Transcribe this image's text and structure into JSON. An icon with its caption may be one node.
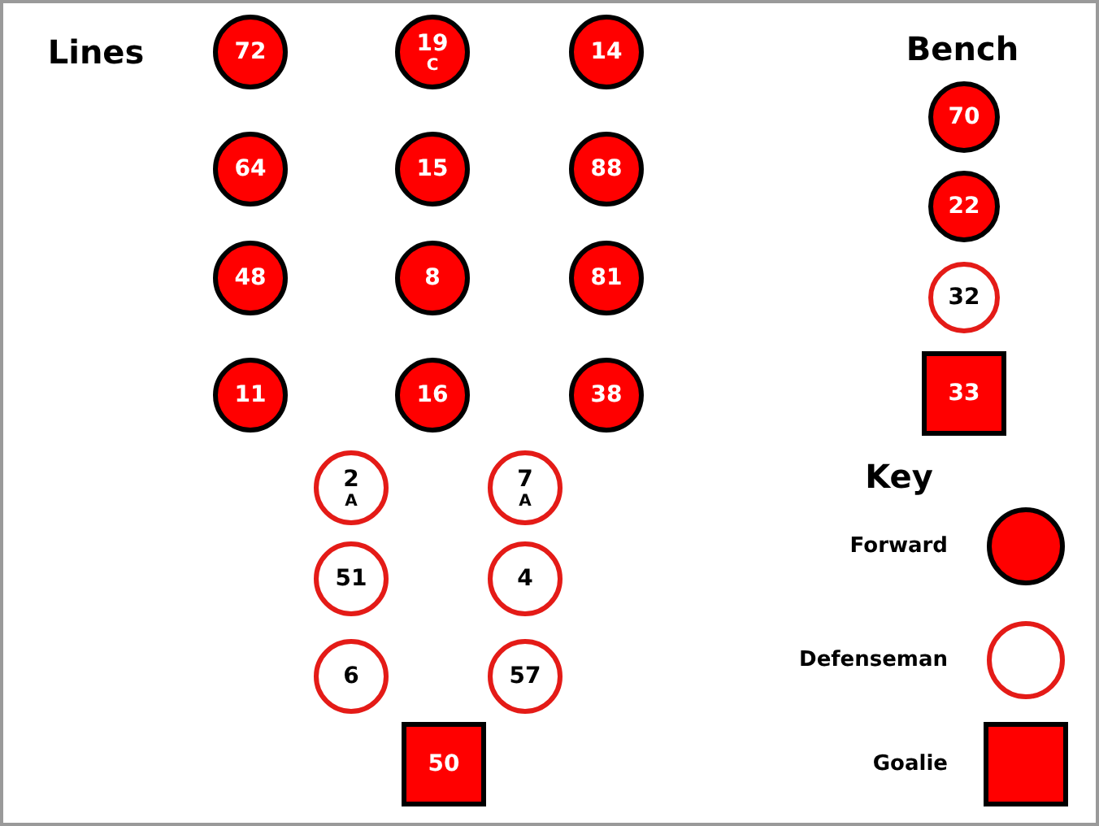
{
  "diagram": {
    "nodes": [
      {
        "text": [
          "72"
        ]
      },
      {
        "text": [
          "19",
          "C"
        ]
      },
      {
        "text": [
          "14"
        ]
      },
      {
        "text": [
          "64"
        ]
      },
      {
        "text": [
          "15"
        ]
      },
      {
        "text": [
          "88"
        ]
      },
      {
        "text": [
          "48"
        ]
      },
      {
        "text": [
          "8"
        ]
      },
      {
        "text": [
          "81"
        ]
      },
      {
        "text": [
          "11"
        ]
      },
      {
        "text": [
          "16"
        ]
      },
      {
        "text": [
          "38"
        ]
      },
      {
        "text": [
          "2",
          "A"
        ]
      },
      {
        "text": [
          "7",
          "A"
        ]
      },
      {
        "text": [
          "51"
        ]
      },
      {
        "text": [
          "4"
        ]
      },
      {
        "text": [
          "6"
        ]
      },
      {
        "text": [
          "57"
        ]
      },
      {
        "text": [
          "50"
        ]
      },
      {
        "text": [
          "70"
        ]
      },
      {
        "text": [
          "22"
        ]
      },
      {
        "text": [
          "32"
        ]
      },
      {
        "text": [
          "33"
        ]
      }
    ],
    "edges": [],
    "labels": [
      "Lines",
      "Bench",
      "Key"
    ],
    "legend": [
      {
        "text": "Forward"
      },
      {
        "text": "Defenseman"
      },
      {
        "text": "Goalie"
      }
    ]
  }
}
